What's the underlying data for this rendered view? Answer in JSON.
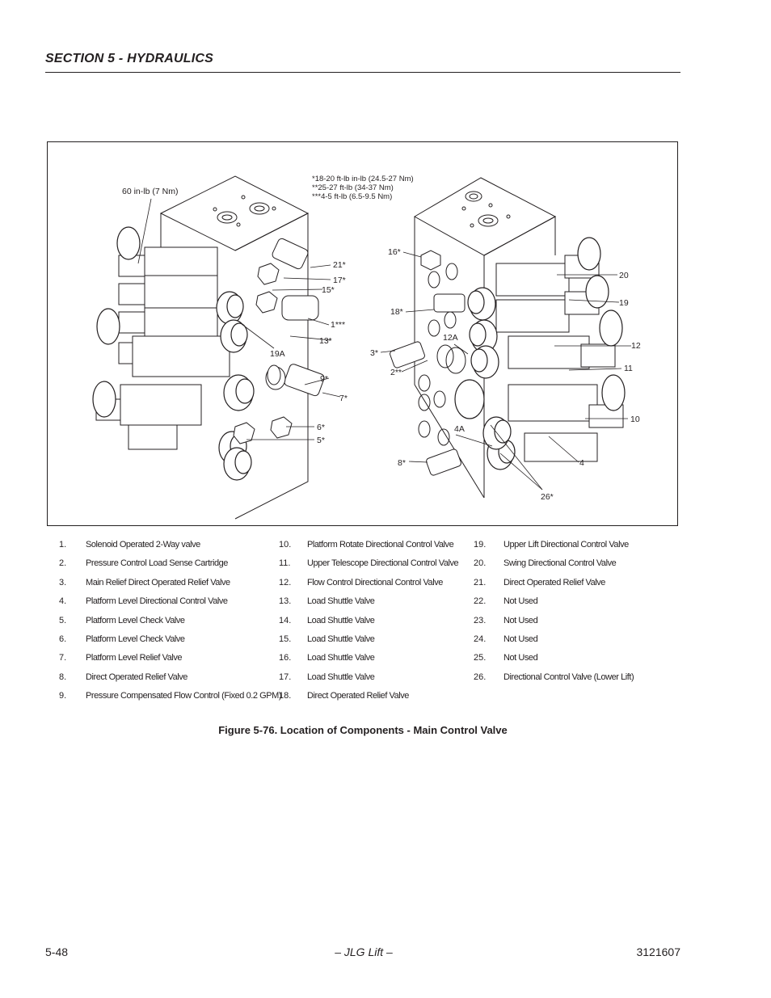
{
  "header": {
    "section_title": "SECTION 5 - HYDRAULICS"
  },
  "figure": {
    "torque_notes": [
      "*18-20 ft-lb in-lb (24.5-27 Nm)",
      "**25-27 ft-lb (34-37 Nm)",
      "***4-5 ft-lb (6.5-9.5 Nm)"
    ],
    "callouts": {
      "left_view": [
        "60 in-lb (7 Nm)",
        "21*",
        "17*",
        "15*",
        "1***",
        "13*",
        "19A",
        "9*",
        "7*",
        "6*",
        "5*"
      ],
      "right_view": [
        "16*",
        "18*",
        "12A",
        "3*",
        "2**",
        "20",
        "19",
        "12",
        "11",
        "10",
        "4",
        "4A",
        "8*",
        "26*"
      ]
    }
  },
  "legend": {
    "columns": [
      [
        {
          "num": "1.",
          "text": "Solenoid Operated 2-Way valve"
        },
        {
          "num": "2.",
          "text": "Pressure Control Load Sense Cartridge"
        },
        {
          "num": "3.",
          "text": "Main Relief Direct Operated Relief Valve"
        },
        {
          "num": "4.",
          "text": "Platform Level Directional Control Valve"
        },
        {
          "num": "5.",
          "text": "Platform Level Check Valve"
        },
        {
          "num": "6.",
          "text": "Platform Level Check Valve"
        },
        {
          "num": "7.",
          "text": "Platform Level Relief Valve"
        },
        {
          "num": "8.",
          "text": "Direct Operated Relief Valve"
        },
        {
          "num": "9.",
          "text": "Pressure Compensated Flow Control (Fixed 0.2 GPM)"
        }
      ],
      [
        {
          "num": "10.",
          "text": "Platform Rotate Directional Control Valve"
        },
        {
          "num": "11.",
          "text": "Upper Telescope Directional Control Valve"
        },
        {
          "num": "12.",
          "text": "Flow Control Directional Control Valve"
        },
        {
          "num": "13.",
          "text": "Load Shuttle Valve"
        },
        {
          "num": "14.",
          "text": "Load Shuttle Valve"
        },
        {
          "num": "15.",
          "text": "Load Shuttle Valve"
        },
        {
          "num": "16.",
          "text": "Load Shuttle Valve"
        },
        {
          "num": "17.",
          "text": "Load Shuttle Valve"
        },
        {
          "num": "18.",
          "text": "Direct Operated Relief Valve"
        }
      ],
      [
        {
          "num": "19.",
          "text": "Upper Lift Directional Control Valve"
        },
        {
          "num": "20.",
          "text": "Swing Directional Control Valve"
        },
        {
          "num": "21.",
          "text": "Direct Operated Relief Valve"
        },
        {
          "num": "22.",
          "text": "Not Used"
        },
        {
          "num": "23.",
          "text": "Not Used"
        },
        {
          "num": "24.",
          "text": "Not Used"
        },
        {
          "num": "25.",
          "text": "Not Used"
        },
        {
          "num": "26.",
          "text": "Directional Control Valve (Lower Lift)"
        }
      ]
    ]
  },
  "caption": "Figure 5-76.  Location of Components - Main Control Valve",
  "footer": {
    "page_number": "5-48",
    "brand": "– JLG Lift –",
    "doc_number": "3121607"
  }
}
